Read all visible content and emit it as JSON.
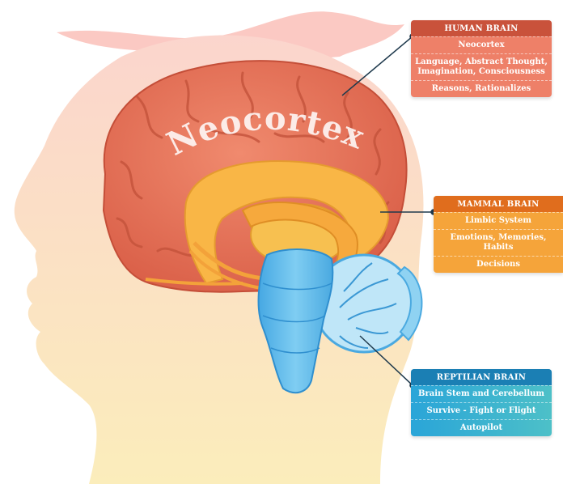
{
  "diagram": {
    "brain_label": "Neocortex",
    "callouts": {
      "human": {
        "title": "HUMAN BRAIN",
        "rows": [
          "Neocortex",
          "Language, Abstract Thought, Imagination, Consciousness",
          "Reasons, Rationalizes"
        ]
      },
      "mammal": {
        "title": "MAMMAL BRAIN",
        "rows": [
          "Limbic System",
          "Emotions, Memories, Habits",
          "Decisions"
        ]
      },
      "reptilian": {
        "title": "REPTILIAN BRAIN",
        "rows": [
          "Brain Stem and Cerebellum",
          "Survive - Fight or Flight",
          "Autopilot"
        ]
      }
    },
    "colors": {
      "head_top": "#fbd0c8",
      "head_bottom": "#fbe9b3",
      "neocortex": "#e97158",
      "limbic": "#f9b646",
      "brainstem": "#5ab7ea",
      "human_accent": "#c9523b",
      "mammal_accent": "#e06d1d",
      "reptilian_accent": "#1b7fb4"
    }
  }
}
